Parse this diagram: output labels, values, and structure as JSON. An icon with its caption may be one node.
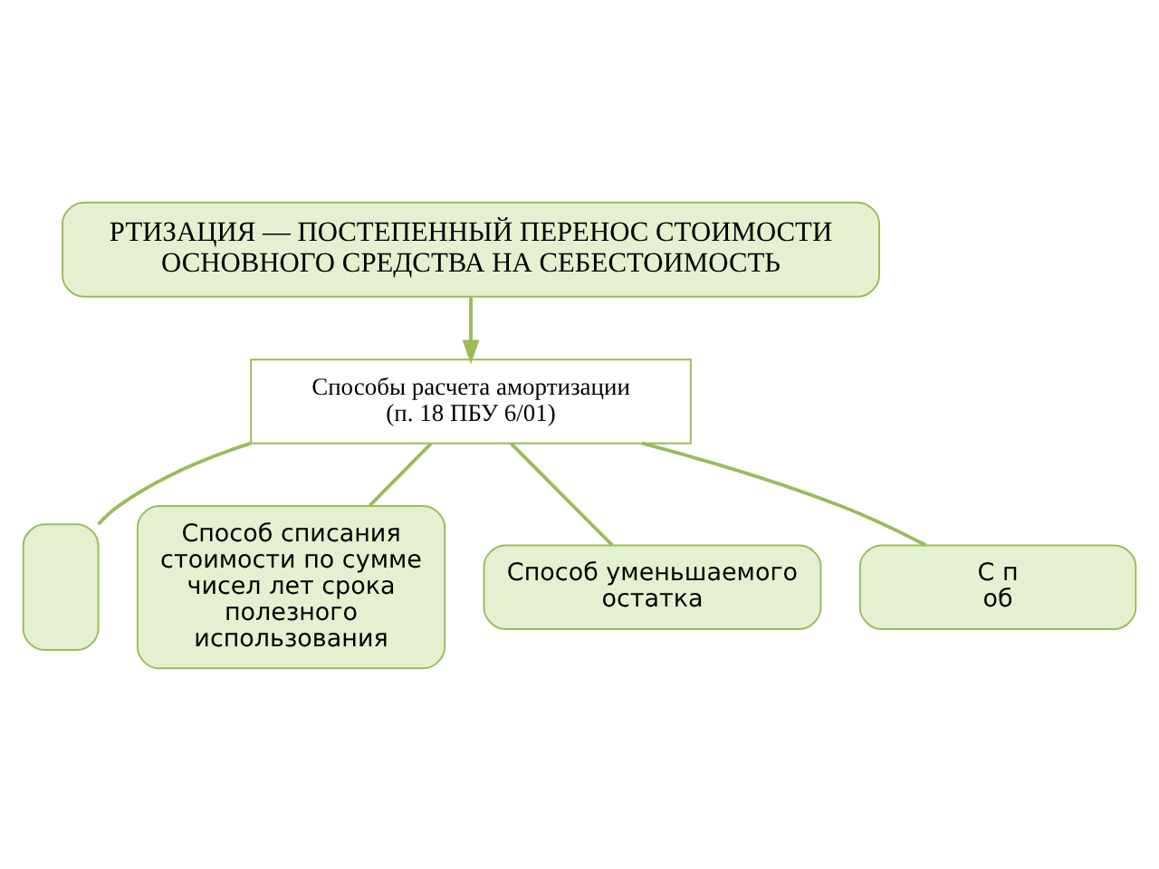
{
  "diagram": {
    "nodes": [
      {
        "text": [
          "РТИЗАЦИЯ — ПОСТЕПЕННЫЙ ПЕРЕНОС СТОИМОСТИ ОСНОВНОГО СРЕДСТВА НА СЕБЕСТОИМОСТЬ"
        ]
      },
      {
        "text": [
          "Способы расчета амортизации (п. 18 ПБУ 6/01)"
        ]
      },
      {
        "text": [],
        "shape": "box"
      },
      {
        "text": [
          "Способ списания стоимости по сумме чисел лет срока полезного использования"
        ]
      },
      {
        "text": [
          "Способ уменьшаемого остатка"
        ]
      },
      {
        "text": [
          "С п об"
        ]
      }
    ],
    "edges": [
      {
        "from": 0,
        "to": 1,
        "arrow": "to"
      },
      {
        "from": 1,
        "to": 2,
        "arrow": "none"
      },
      {
        "from": 1,
        "to": 3,
        "arrow": "none"
      },
      {
        "from": 1,
        "to": 4,
        "arrow": "none"
      },
      {
        "from": 1,
        "to": 5,
        "arrow": "none"
      }
    ]
  }
}
